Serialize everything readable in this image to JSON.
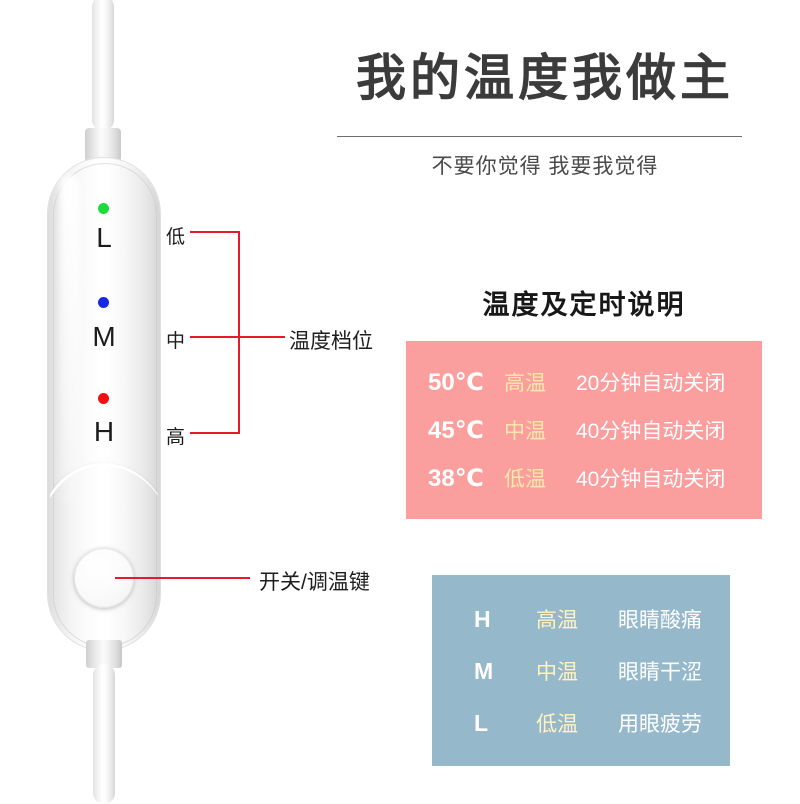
{
  "header": {
    "title": "我的温度我做主",
    "subtitle": "不要你觉得 我要我觉得"
  },
  "device": {
    "modes": [
      {
        "letter": "L",
        "led_color": "#1ddc3a",
        "cn_label": "低"
      },
      {
        "letter": "M",
        "led_color": "#1a28e0",
        "cn_label": "中"
      },
      {
        "letter": "H",
        "led_color": "#ed1111",
        "cn_label": "高"
      }
    ],
    "callouts": {
      "gear_label": "温度档位",
      "button_label": "开关/调温键"
    },
    "callout_color": "#e8192c"
  },
  "temperature_panel": {
    "heading": "温度及定时说明",
    "background": "#fa9e9e",
    "rows": [
      {
        "temp": "50℃",
        "level": "高温",
        "desc": "20分钟自动关闭"
      },
      {
        "temp": "45℃",
        "level": "中温",
        "desc": "40分钟自动关闭"
      },
      {
        "temp": "38℃",
        "level": "低温",
        "desc": "40分钟自动关闭"
      }
    ]
  },
  "usage_panel": {
    "background": "#96b8cb",
    "rows": [
      {
        "code": "H",
        "level": "高温",
        "desc": "眼睛酸痛"
      },
      {
        "code": "M",
        "level": "中温",
        "desc": "眼睛干涩"
      },
      {
        "code": "L",
        "level": "低温",
        "desc": "用眼疲劳"
      }
    ]
  }
}
